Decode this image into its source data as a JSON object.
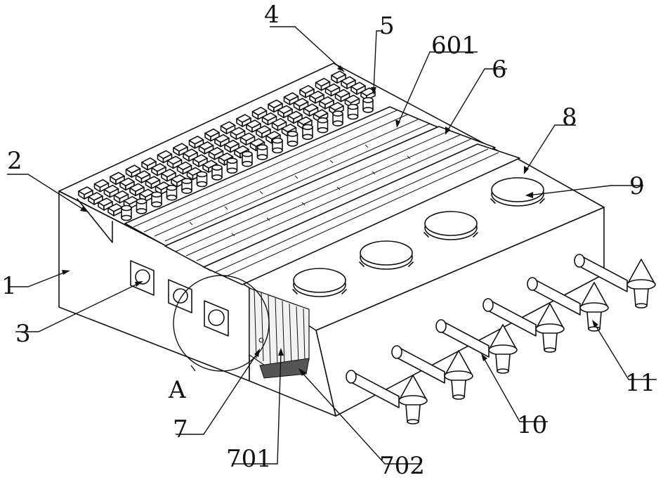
{
  "labels": {
    "l1": "1",
    "l2": "2",
    "l3": "3",
    "l4": "4",
    "l5": "5",
    "l601": "601",
    "l6": "6",
    "l8": "8",
    "l9": "9",
    "lA": "A",
    "l7": "7",
    "l701": "701",
    "l702": "702",
    "l10": "10",
    "l11": "11"
  }
}
